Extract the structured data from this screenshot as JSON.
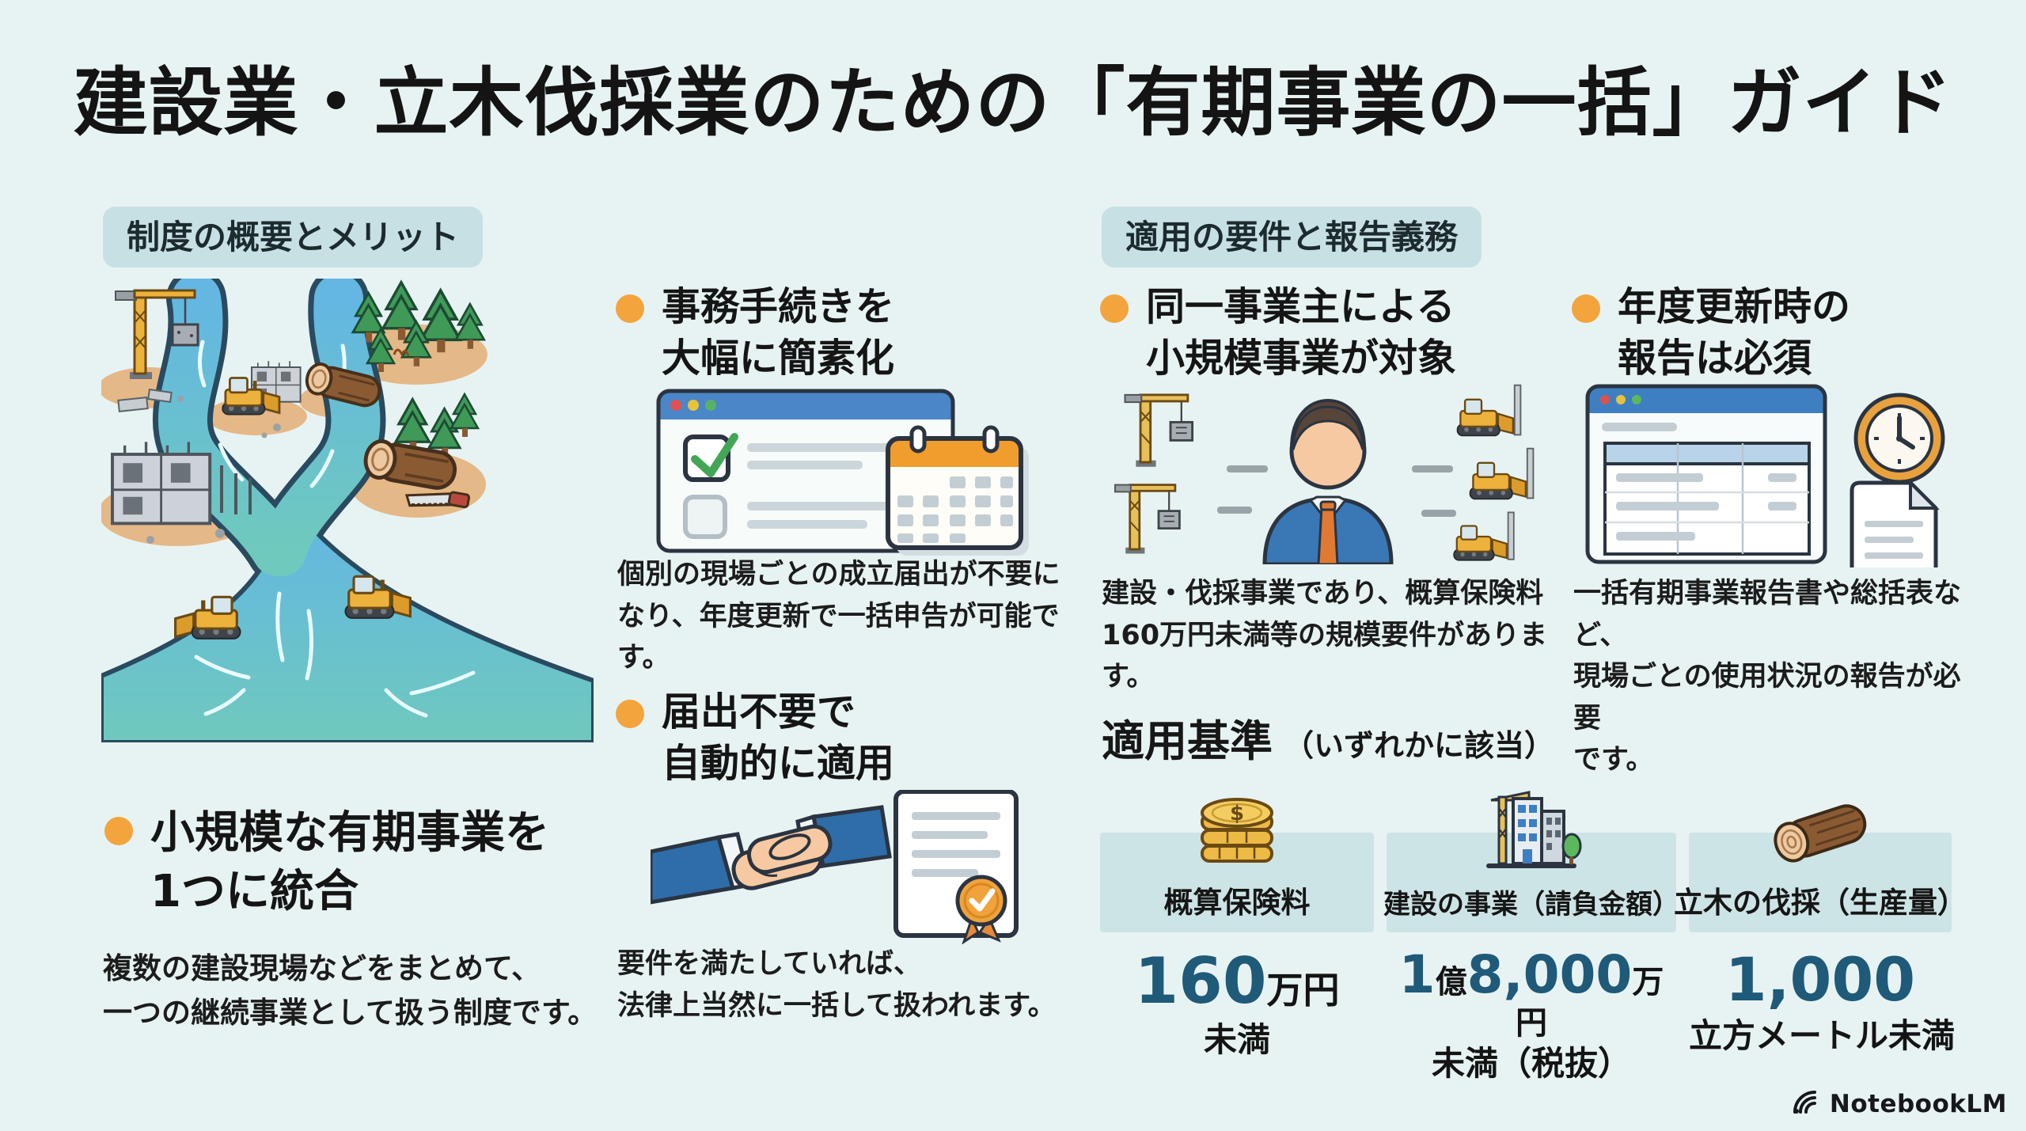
{
  "title": "建設業・立木伐採業のための「有期事業の一括」ガイド",
  "overview": {
    "header": "制度の概要とメリット",
    "point": "小規模な有期事業を\n1つに統合",
    "body": "複数の建設現場などをまとめて、\n一つの継続事業として扱う制度です。"
  },
  "merits": {
    "point1": "事務手続きを\n大幅に簡素化",
    "body1": "個別の現場ごとの成立届出が不要に\nなり、年度更新で一括申告が可能です。",
    "point2": "届出不要で\n自動的に適用",
    "body2": "要件を満たしていれば、\n法律上当然に一括して扱われます。"
  },
  "requirements": {
    "header": "適用の要件と報告義務",
    "point1": "同一事業主による\n小規模事業が対象",
    "body1": "建設・伐採事業であり、概算保険料\n160万円未満等の規模要件があります。",
    "point2": "年度更新時の\n報告は必須",
    "body2": "一括有期事業報告書や総括表など、\n現場ごとの使用状況の報告が必要\nです。"
  },
  "criteria": {
    "title": "適用基準",
    "subtitle": "（いずれかに該当）",
    "cards": [
      {
        "icon": "coins-icon",
        "label": "概算保険料",
        "big1": "160",
        "small1": "万円",
        "sub": "未満"
      },
      {
        "icon": "building-crane-icon",
        "label": "建設の事業（請負金額）",
        "big1": "1",
        "small1": "億",
        "big2": "8,000",
        "small2": "万円",
        "sub": "未満（税抜）"
      },
      {
        "icon": "log-icon",
        "label": "立木の伐採（生産量）",
        "big1": "1,000",
        "sub": "立方メートル未満"
      }
    ]
  },
  "illustrations": {
    "left": "rivers-merging-construction-and-forest",
    "merit1": "checklist-window-and-calendar",
    "merit2": "handshake-and-certified-document",
    "requirement1": "business-owner-with-cranes-and-bulldozers",
    "requirement2": "report-table-clock-and-document"
  },
  "footer": {
    "brand": "NotebookLM"
  },
  "colors": {
    "background": "#e7f3f3",
    "pill": "#c7e0e3",
    "bullet": "#f3a43c",
    "number": "#1f5a78",
    "band": "#cde4e6",
    "river_top": "#63b7e2",
    "river_bottom": "#6fc9bd",
    "machine_yellow": "#ecb23c",
    "suit_blue": "#3a77b5",
    "accent_orange": "#f09d2e"
  }
}
